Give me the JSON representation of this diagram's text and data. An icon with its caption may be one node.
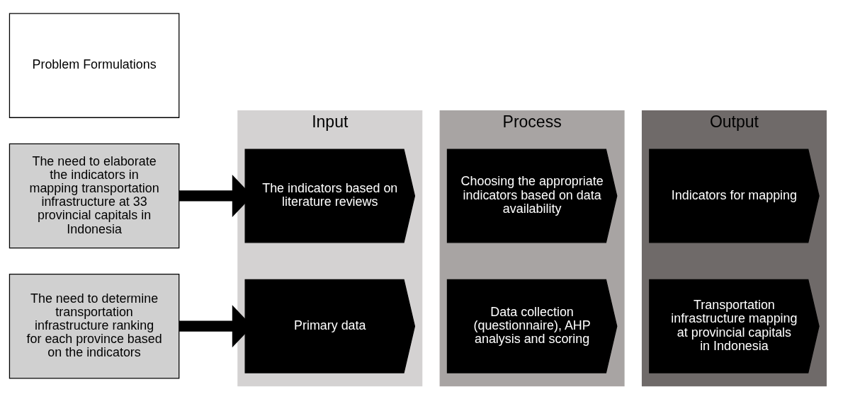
{
  "diagram": {
    "nodes": [
      {
        "text": [
          "Problem Formulations"
        ]
      },
      {
        "text": [
          "The need to elaborate the indicators in mapping transportation infrastructure at 33 provincial capitals in Indonesia"
        ]
      },
      {
        "text": [
          "The need to determine transportation infrastructure ranking for each province based on the indicators"
        ]
      },
      {
        "text": [
          "Input"
        ]
      },
      {
        "text": [
          "The indicators based on literature reviews"
        ],
        "in": 3
      },
      {
        "text": [
          "Primary data"
        ],
        "in": 3
      },
      {
        "text": [
          "Process"
        ]
      },
      {
        "text": [
          "Choosing the appropriate indicators based on data availability"
        ],
        "in": 6
      },
      {
        "text": [
          "Data collection (questionnaire), AHP analysis and scoring"
        ],
        "in": 6
      },
      {
        "text": [
          "Output"
        ]
      },
      {
        "text": [
          "Indicators for mapping"
        ],
        "in": 9
      },
      {
        "text": [
          "Transportation infrastructure mapping at provincial capitals in Indonesia"
        ],
        "in": 9
      }
    ],
    "edges": [
      {
        "from": 1,
        "to": 4,
        "arrow": "to"
      },
      {
        "from": 2,
        "to": 5,
        "arrow": "to"
      }
    ]
  }
}
